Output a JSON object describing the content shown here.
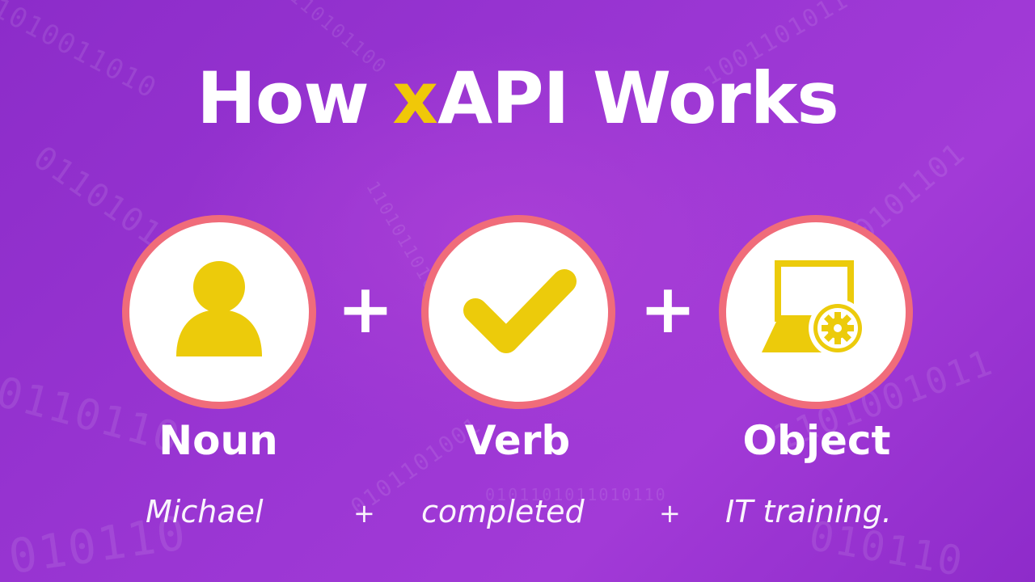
{
  "title": {
    "prefix": "How ",
    "accent": "x",
    "suffix": "API Works"
  },
  "colors": {
    "background": "#9a36d3",
    "accent": "#f0c808",
    "ring": "#f06c7a",
    "icon": "#eccb0b",
    "text": "#ffffff"
  },
  "operator": "+",
  "components": [
    {
      "icon": "person-icon",
      "label": "Noun",
      "example": "Michael"
    },
    {
      "icon": "checkmark-icon",
      "label": "Verb",
      "example": "completed"
    },
    {
      "icon": "laptop-gear-icon",
      "label": "Object",
      "example": "IT training."
    }
  ],
  "example_operator": "+"
}
